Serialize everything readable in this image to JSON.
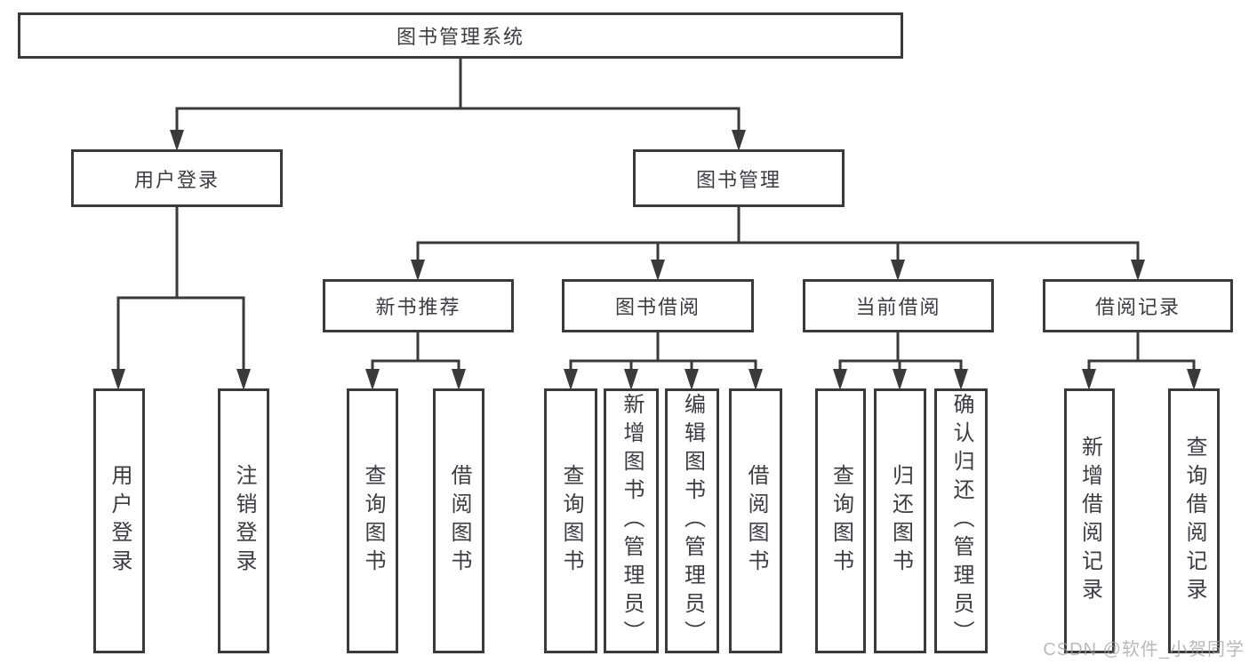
{
  "watermark": "CSDN @软件_小贺同学",
  "colors": {
    "line": "#3a3a3a",
    "box_border": "#3a3a3a",
    "box_background": "#ffffff",
    "text": "#3c3c42",
    "watermark": "#9f9f9f",
    "page_background": "#ffffff"
  },
  "tree": {
    "label": "图书管理系统",
    "children": [
      {
        "label": "用户登录",
        "children": [
          {
            "label": "用户登录"
          },
          {
            "label": "注销登录"
          }
        ]
      },
      {
        "label": "图书管理",
        "children": [
          {
            "label": "新书推荐",
            "children": [
              {
                "label": "查询图书"
              },
              {
                "label": "借阅图书"
              }
            ]
          },
          {
            "label": "图书借阅",
            "children": [
              {
                "label": "查询图书"
              },
              {
                "label": "新增图书（管理员）"
              },
              {
                "label": "编辑图书（管理员）"
              },
              {
                "label": "借阅图书"
              }
            ]
          },
          {
            "label": "当前借阅",
            "children": [
              {
                "label": "查询图书"
              },
              {
                "label": "归还图书"
              },
              {
                "label": "确认归还（管理员）"
              }
            ]
          },
          {
            "label": "借阅记录",
            "children": [
              {
                "label": "新增借阅记录"
              },
              {
                "label": "查询借阅记录"
              }
            ]
          }
        ]
      }
    ]
  }
}
